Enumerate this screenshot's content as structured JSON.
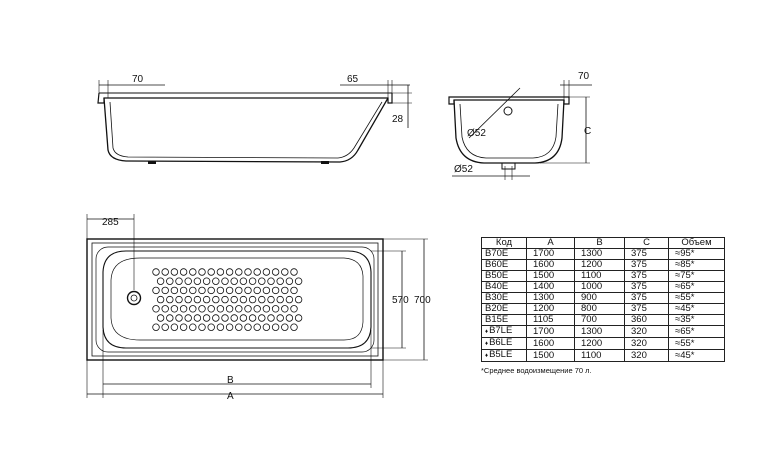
{
  "side_view": {
    "left_rim_dim": "70",
    "right_rim_dim": "65",
    "rim_height_dim": "28"
  },
  "end_view": {
    "rim_dim": "70",
    "drain_dim_upper": "Ø52",
    "drain_dim_lower": "Ø52",
    "height_label": "C"
  },
  "top_view": {
    "drain_offset_dim": "285",
    "inner_width_dim": "570",
    "outer_width_dim": "700",
    "inner_length_label": "B",
    "outer_length_label": "A"
  },
  "table": {
    "headers": [
      "Код",
      "A",
      "B",
      "C",
      "Объем"
    ],
    "rows": [
      [
        "B70E",
        "1700",
        "1300",
        "375",
        "≈95*"
      ],
      [
        "B60E",
        "1600",
        "1200",
        "375",
        "≈85*"
      ],
      [
        "B50E",
        "1500",
        "1100",
        "375",
        "≈75*"
      ],
      [
        "B40E",
        "1400",
        "1000",
        "375",
        "≈65*"
      ],
      [
        "B30E",
        "1300",
        "900",
        "375",
        "≈55*"
      ],
      [
        "B20E",
        "1200",
        "800",
        "375",
        "≈45*"
      ],
      [
        "B15E",
        "1105",
        "700",
        "360",
        "≈35*"
      ],
      [
        "B7LE",
        "1700",
        "1300",
        "320",
        "≈65*"
      ],
      [
        "B6LE",
        "1600",
        "1200",
        "320",
        "≈55*"
      ],
      [
        "B5LE",
        "1500",
        "1100",
        "320",
        "≈45*"
      ]
    ],
    "drop_icon_rows": [
      7,
      8,
      9
    ],
    "footnote": "*Среднее водоизмещение 70 л."
  }
}
